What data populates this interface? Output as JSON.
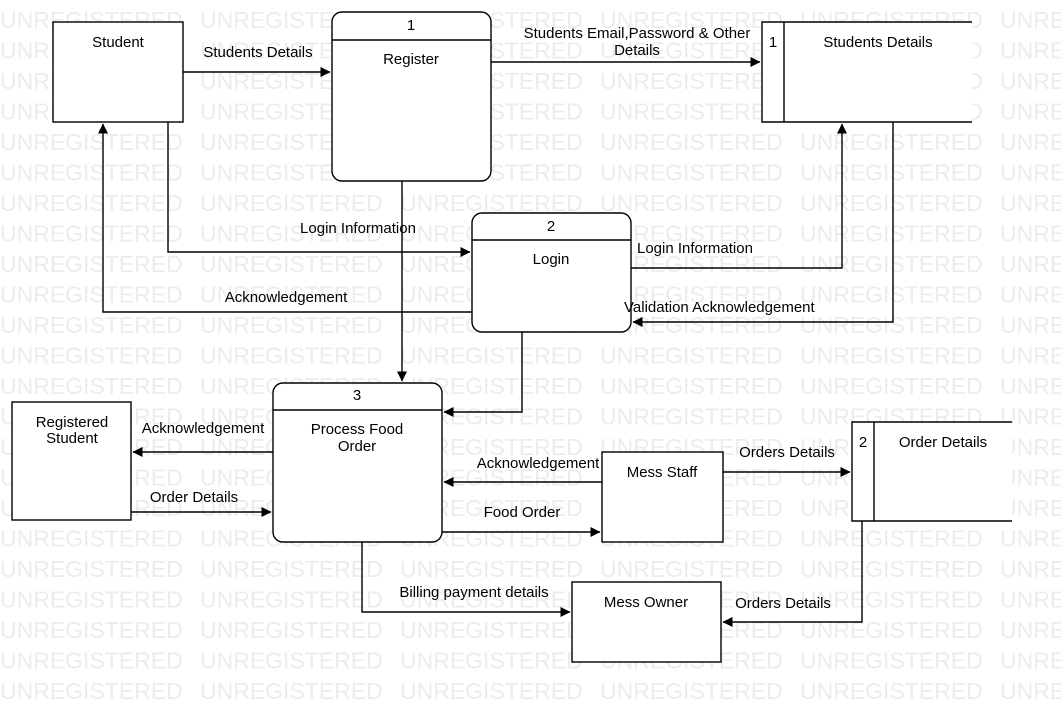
{
  "watermark": "UNREGISTERED",
  "colors": {
    "stroke": "#000000",
    "background": "#ffffff",
    "watermark": "#ececec"
  },
  "entities": {
    "student": "Student",
    "registered_student_line1": "Registered",
    "registered_student_line2": "Student",
    "mess_staff": "Mess Staff",
    "mess_owner": "Mess Owner"
  },
  "processes": {
    "register": {
      "number": "1",
      "name": "Register"
    },
    "login": {
      "number": "2",
      "name": "Login"
    },
    "process_food_order": {
      "number": "3",
      "name_line1": "Process Food",
      "name_line2": "Order"
    }
  },
  "data_stores": {
    "students_details": {
      "id": "1",
      "name": "Students Details"
    },
    "order_details": {
      "id": "2",
      "name": "Order Details"
    }
  },
  "flows": {
    "student_to_register": "Students Details",
    "register_to_store_line1": "Students Email,Password & Other",
    "register_to_store_line2": "Details",
    "student_to_login": "Login Information",
    "login_to_store": "Login Information",
    "store_to_login": "Validation Acknowledgement",
    "login_to_student": "Acknowledgement",
    "process_to_registered": "Acknowledgement",
    "registered_to_process": "Order Details",
    "staff_to_process": "Acknowledgement",
    "process_to_staff": "Food Order",
    "staff_to_order_store": "Orders Details",
    "process_to_owner": "Billing payment details",
    "order_store_to_owner": "Orders Details"
  }
}
